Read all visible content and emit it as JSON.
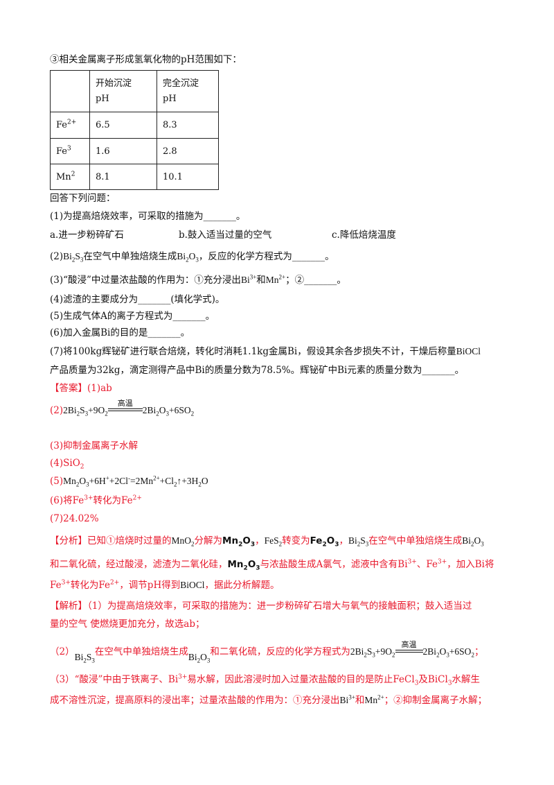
{
  "intro": "③相关金属离子形成氢氧化物的pH范围如下：",
  "table": {
    "headers": [
      "",
      "开始沉淀",
      "完全沉淀"
    ],
    "header_sub": [
      "",
      "pH",
      "pH"
    ],
    "rows": [
      {
        "ion": "Fe",
        "charge": "2+",
        "start": "6.5",
        "end": "8.3"
      },
      {
        "ion": "Fe",
        "charge": "3",
        "start": "1.6",
        "end": "2.8"
      },
      {
        "ion": "Mn",
        "charge": "2",
        "start": "8.1",
        "end": "10.1"
      }
    ]
  },
  "questions": {
    "lead": "回答下列问题：",
    "q1": "(1)为提高焙烧效率，可采取的措施为_______。",
    "q1_a": "a.进一步粉碎矿石",
    "q1_b": "b.鼓入适当过量的空气",
    "q1_c": "c.降低焙烧温度",
    "q2_pre": "(2)",
    "q2_mid": "在空气中单独焙烧生成",
    "q2_post": "，反应的化学方程式为_______。",
    "q3_pre": "(3)“酸浸”中过量浓盐酸的作用为：①充分浸出",
    "q3_and": "和",
    "q3_post": "；②_______。",
    "q4": "(4)滤渣的主要成分为_______(填化学式)。",
    "q5": "(5)生成气体A的离子方程式为_______。",
    "q6": "(6)加入金属Bi的目的是_______。",
    "q7_l1": "(7)将100kg辉铋矿进行联合焙烧，转化时消耗1.1kg金属Bi，假设其余各步损失不计，干燥后称量",
    "q7_l1_end": "BiOCl",
    "q7_l2": "产品质量为32kg，滴定测得产品中Bi的质量分数为78.5%。辉铋矿中Bi元素的质量分数为_______。"
  },
  "answers": {
    "tag": "【答案】",
    "a1": "(1)ab",
    "a2_label": "(2)",
    "a2_cond": "高温",
    "a3": "(3)抑制金属离子水解",
    "a4": "(4)SiO",
    "a4_sub": "2",
    "a5_label": "(5)",
    "a6_pre": "(6)将Fe",
    "a6_mid": "转化为Fe",
    "a7": "(7)24.02%"
  },
  "analysis": {
    "tag": "【分析】",
    "l1_a": "已知①焙烧时过量的",
    "l1_b": "分解为",
    "l1_c": "，",
    "l1_d": "转变为",
    "l1_e": "，",
    "l1_f": "在空气中单独焙烧生成",
    "l2_a": "和二氧化硫，经过酸浸，滤渣为二氧化硅，",
    "l2_b": "与浓盐酸生成A氯气，滤液中含有Bi",
    "l2_c": "、Fe",
    "l2_d": "，加入Bi将",
    "l3_a": "Fe",
    "l3_b": "转化为Fe",
    "l3_c": "，调节pH得到",
    "l3_d": "，据此分析解题。"
  },
  "solution": {
    "tag": "【解析】",
    "s1_l1": "（1）为提高焙烧效率，可采取的措施为：进一步粉碎矿石增大与氧气的接触面积；鼓入适当过",
    "s1_l2": "量的空气 使燃烧更加充分，故选ab；",
    "s2_a": "（2）",
    "s2_b": "在空气中单独焙烧生成",
    "s2_c": "和二氧化硫，反应的化学方程式为",
    "s2_cond": "高温",
    "s3_l1": "（3）“酸浸”中由于铁离子、Bi",
    "s3_l1b": "易水解，因此溶浸时加入过量浓盐酸的目的是防止FeCl",
    "s3_l1c": "及BiCl",
    "s3_l1d": "水解生",
    "s3_l2": "成不溶性沉淀，提高原料的浸出率；过量浓盐酸的作用为：①充分浸出",
    "s3_l2b": "和",
    "s3_l2c": "；②抑制金属离子水解；"
  },
  "colors": {
    "answer": "#e8192c",
    "text": "#111111"
  }
}
